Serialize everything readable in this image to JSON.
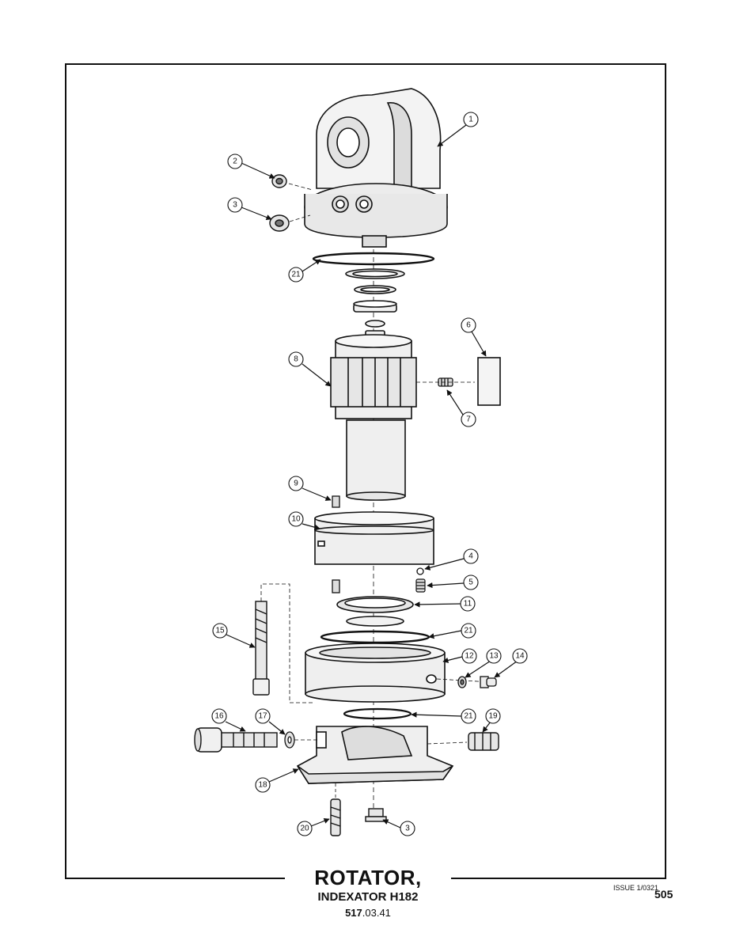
{
  "callouts": [
    "1",
    "2",
    "3",
    "21",
    "6",
    "8",
    "7",
    "9",
    "10",
    "4",
    "5",
    "11",
    "21",
    "15",
    "12",
    "13",
    "14",
    "16",
    "17",
    "21",
    "19",
    "18",
    "20",
    "3"
  ],
  "title": {
    "main": "ROTATOR,",
    "sub": "INDEXATOR H182",
    "code_bold": "517",
    "code_rest": ".03.41"
  },
  "issue": "ISSUE 1/0321",
  "page_number": "505"
}
